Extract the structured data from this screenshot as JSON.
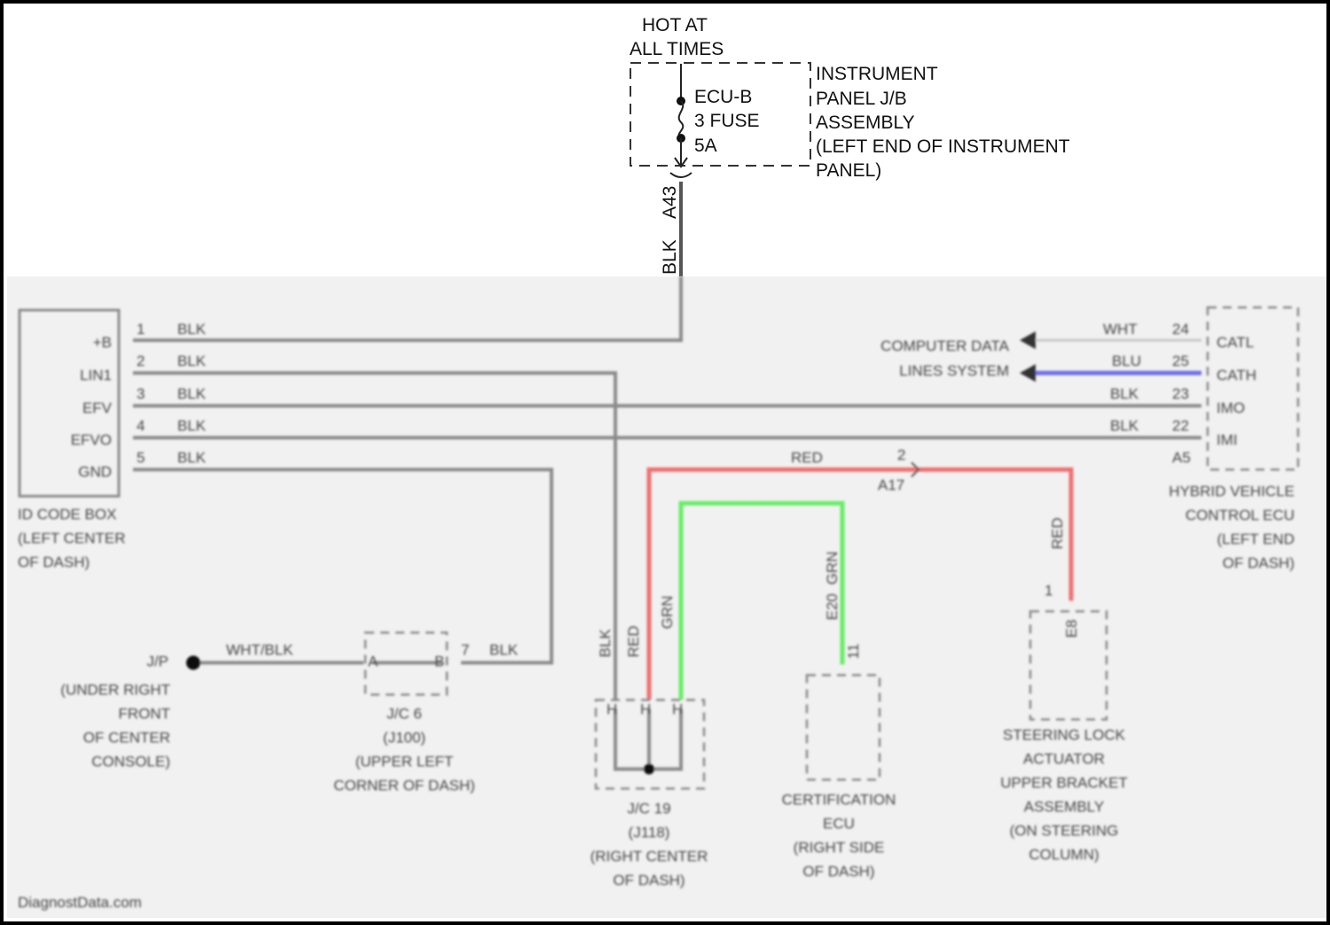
{
  "top": {
    "hot_line1": "HOT AT",
    "hot_line2": "ALL TIMES",
    "fuse_line1": "ECU-B",
    "fuse_line2": "3 FUSE",
    "fuse_line3": "5A",
    "jb_line1": "INSTRUMENT",
    "jb_line2": "PANEL J/B",
    "jb_line3": "ASSEMBLY",
    "jb_line4": "(LEFT END OF INSTRUMENT",
    "jb_line5": "PANEL)",
    "connector": "A43",
    "wire_color": "BLK"
  },
  "id_code_box": {
    "pins": [
      "+B",
      "LIN1",
      "EFV",
      "EFVO",
      "GND"
    ],
    "pin_numbers": [
      "1",
      "2",
      "3",
      "4",
      "5"
    ],
    "wire_colors": [
      "BLK",
      "BLK",
      "BLK",
      "BLK",
      "BLK"
    ],
    "label_line1": "ID CODE BOX",
    "label_line2": "(LEFT CENTER",
    "label_line3": "OF DASH)"
  },
  "hybrid_ecu": {
    "pins": [
      "CATL",
      "CATH",
      "IMO",
      "IMI"
    ],
    "pin_numbers": [
      "24",
      "25",
      "23",
      "22",
      "A5"
    ],
    "wire_colors": [
      "WHT",
      "BLU",
      "BLK",
      "BLK"
    ],
    "label_line1": "HYBRID VEHICLE",
    "label_line2": "CONTROL ECU",
    "label_line3": "(LEFT END",
    "label_line4": "OF DASH)"
  },
  "can": {
    "line1": "COMPUTER DATA",
    "line2": "LINES SYSTEM"
  },
  "red_wire_label": "RED",
  "junction_a": {
    "pin": "2",
    "code": "A17"
  },
  "ground": {
    "code": "J/P",
    "line1": "(UNDER RIGHT",
    "line2": "FRONT",
    "line3": "OF CENTER",
    "line4": "CONSOLE)"
  },
  "jc6": {
    "wire_color": "WHT/BLK",
    "pin_left": "A",
    "pin_right": "B",
    "pin_right_num": "7",
    "wire_color_right": "BLK",
    "line1": "J/C 6",
    "line2": "(J100)",
    "line3": "(UPPER LEFT",
    "line4": "CORNER OF DASH)"
  },
  "jc19": {
    "wire1": "BLK",
    "wire2": "RED",
    "wire3": "GRN",
    "pins": [
      "H",
      "H",
      "H"
    ],
    "line1": "J/C 19",
    "line2": "(J118)",
    "line3": "(RIGHT CENTER",
    "line4": "OF DASH)"
  },
  "cert_ecu": {
    "wire": "GRN",
    "conn": "E20",
    "pin": "11",
    "line1": "CERTIFICATION",
    "line2": "ECU",
    "line3": "(RIGHT SIDE",
    "line4": "OF DASH)"
  },
  "steering_lock": {
    "wire": "RED",
    "pin": "1",
    "conn": "E8",
    "line1": "STEERING LOCK",
    "line2": "ACTUATOR",
    "line3": "UPPER BRACKET",
    "line4": "ASSEMBLY",
    "line5": "(ON STEERING",
    "line6": "COLUMN)"
  },
  "footer": "DiagnostData.com",
  "colors": {
    "red_wire": "#f07070",
    "green_wire": "#66ee66",
    "blue_wire": "#6f6fe8",
    "gray_wire": "#8a8a8a"
  }
}
